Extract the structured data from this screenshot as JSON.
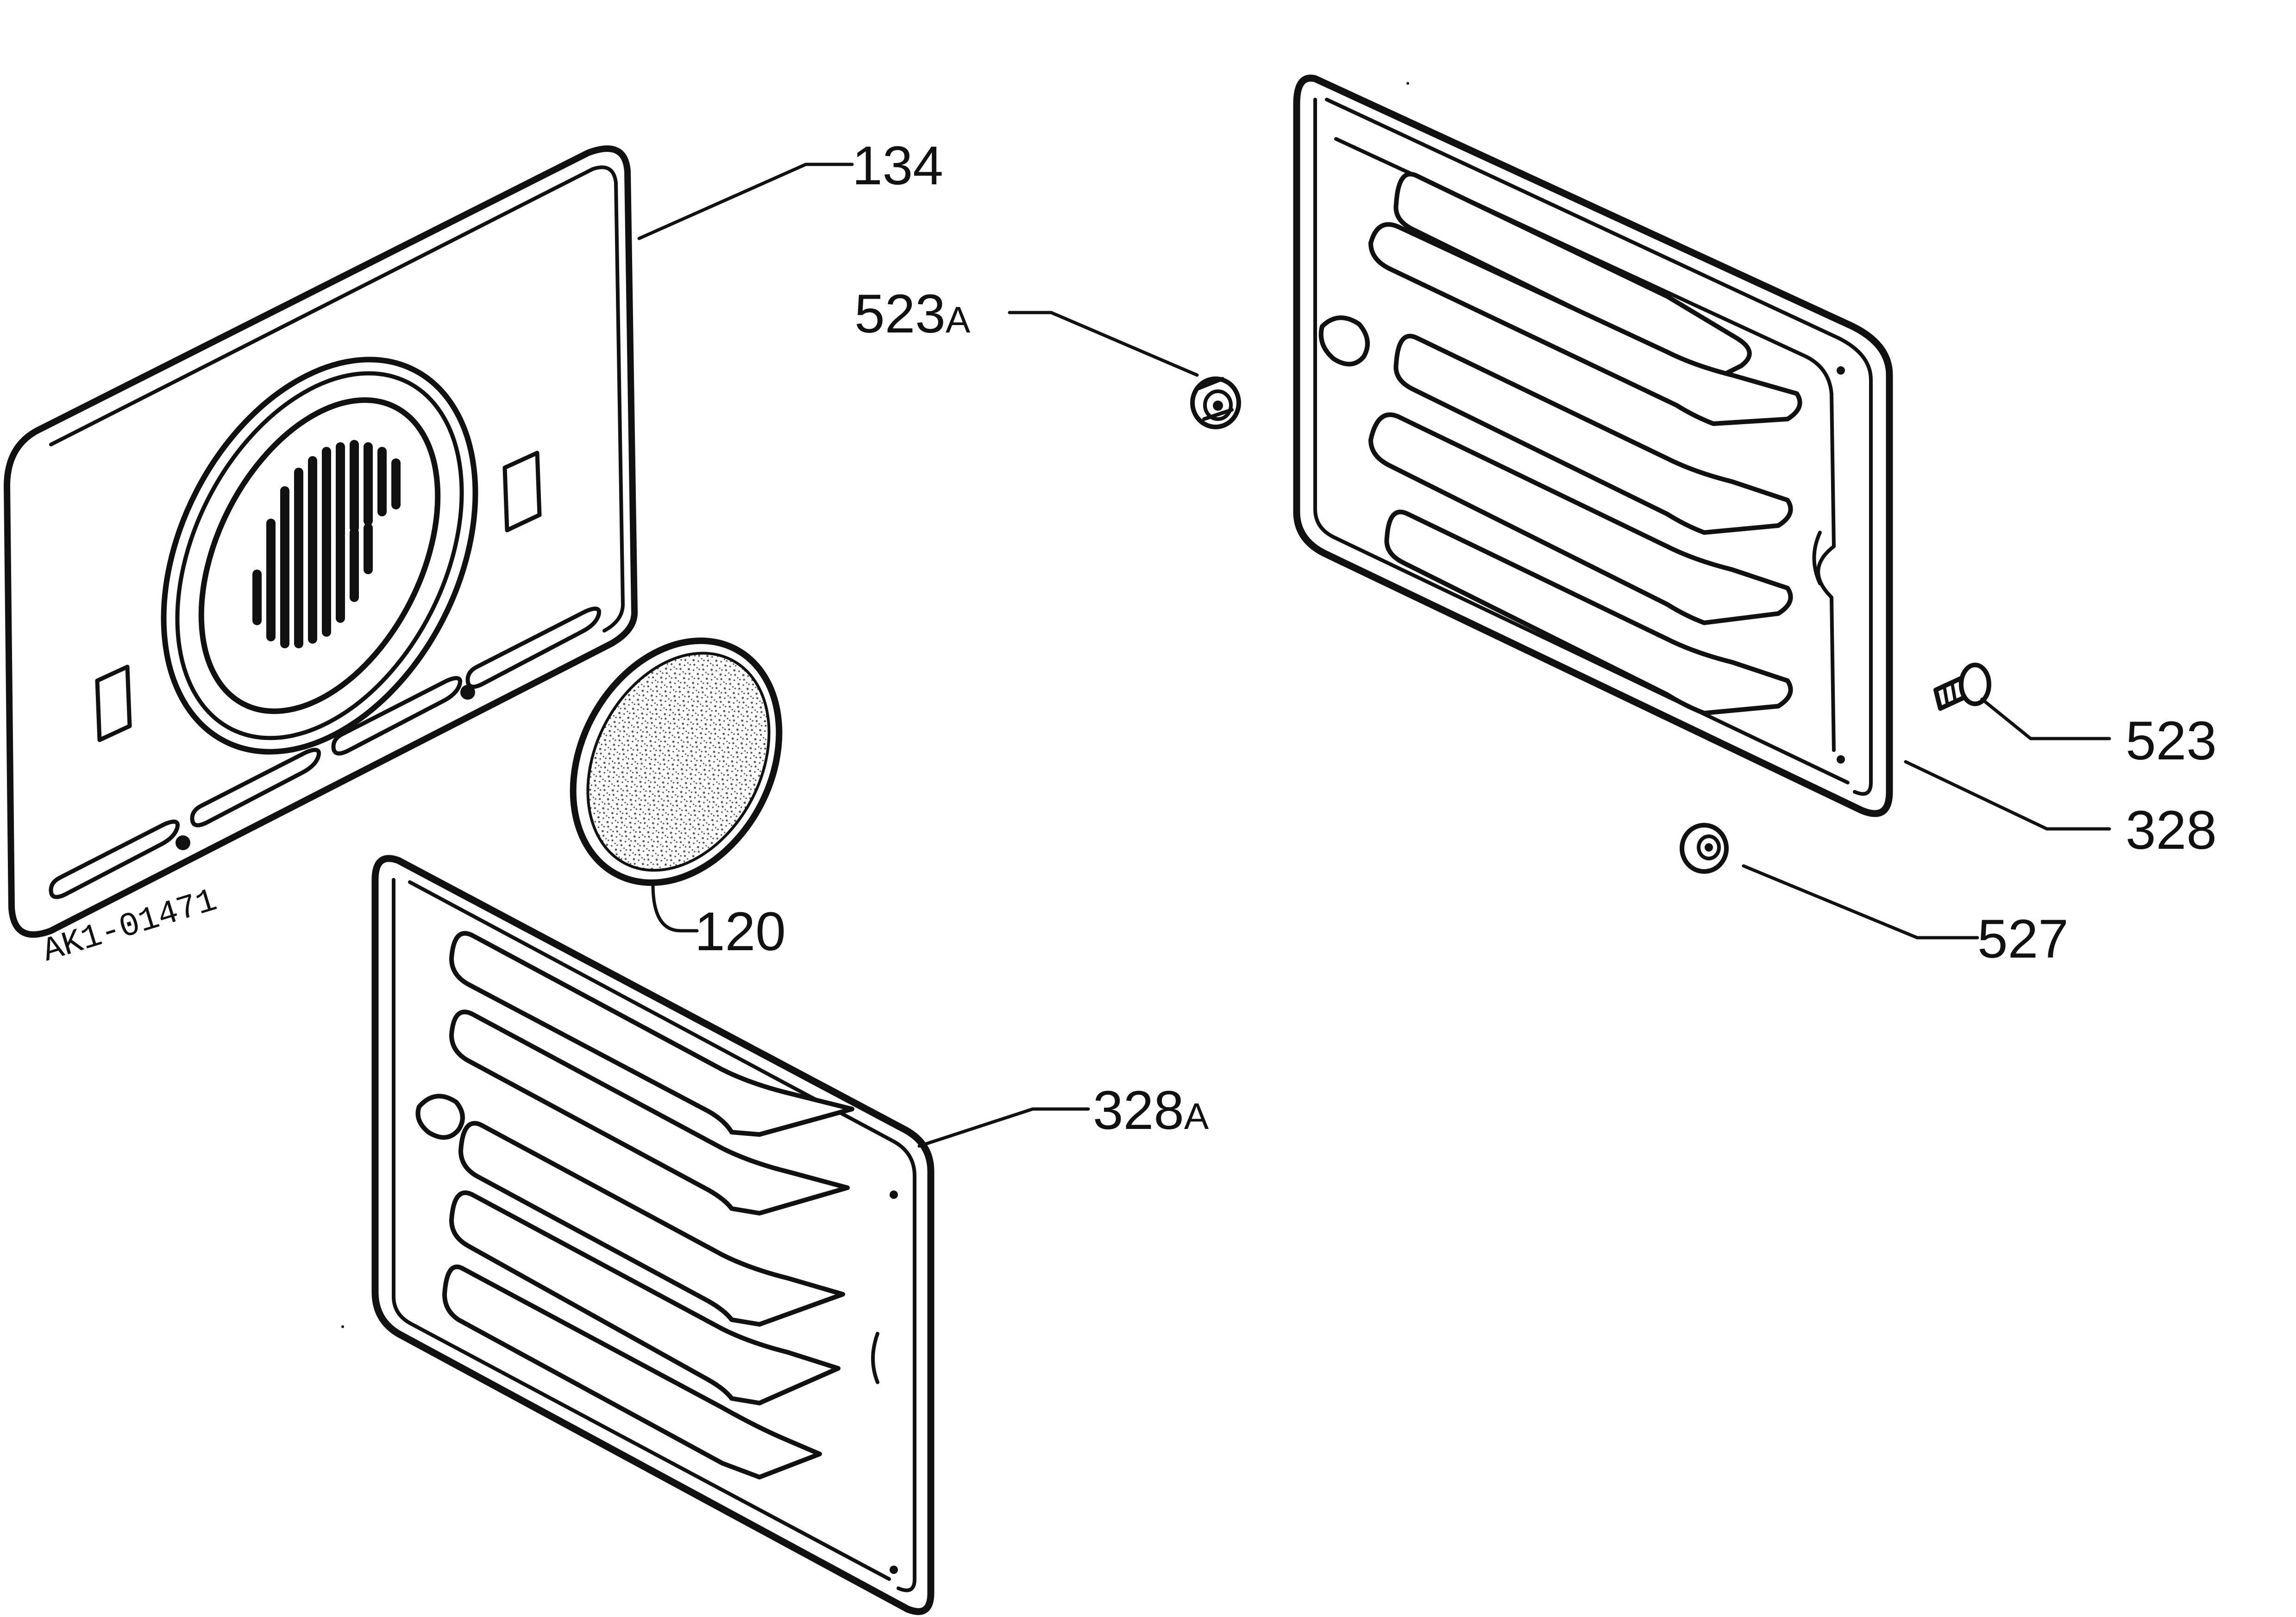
{
  "diagram": {
    "drawing_code": "AK1-01471",
    "labels": {
      "p134": "134",
      "p523A_num": "523",
      "p523A_suffix": "A",
      "p120": "120",
      "p328A_num": "328",
      "p328A_suffix": "A",
      "p523": "523",
      "p328": "328",
      "p527": "527"
    }
  },
  "colors": {
    "ink": "#111111",
    "paper": "#ffffff",
    "mesh": "#dcdcdc"
  },
  "icons": {
    "fan-cover-panel": "rear panel with circular fan grille",
    "grease-filter": "round mesh filter",
    "side-rack": "ribbed side shelf runner",
    "nut": "nut / bushing",
    "screw": "screw"
  }
}
